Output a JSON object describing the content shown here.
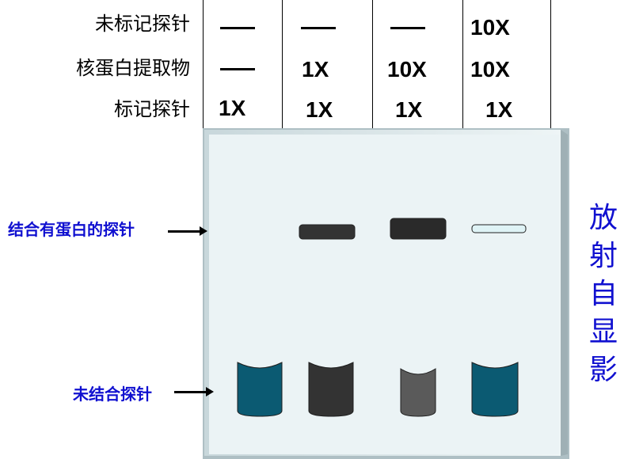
{
  "table": {
    "rows": [
      {
        "label": "未标记探针",
        "cells": [
          "—",
          "—",
          "—",
          "10X"
        ]
      },
      {
        "label": "核蛋白提取物",
        "cells": [
          "—",
          "1X",
          "10X",
          "10X"
        ]
      },
      {
        "label": "标记探针",
        "cells": [
          "1X",
          "1X",
          "1X",
          "1X"
        ]
      }
    ]
  },
  "labels": {
    "bound_probe": "结合有蛋白的探针",
    "free_probe": "未结合探针"
  },
  "vertical_title": [
    "放",
    "射",
    "自",
    "显",
    "影"
  ],
  "gel": {
    "background": "#ebf3f5",
    "bound_bands": [
      {
        "lane": 1,
        "present": false,
        "color": "#ffffff"
      },
      {
        "lane": 2,
        "present": true,
        "color": "#333333"
      },
      {
        "lane": 3,
        "present": true,
        "color": "#2a2a2a"
      },
      {
        "lane": 4,
        "present": true,
        "color": "#dff3f6"
      }
    ],
    "free_bands": [
      {
        "lane": 1,
        "color": "#0b5a72"
      },
      {
        "lane": 2,
        "color": "#333333"
      },
      {
        "lane": 3,
        "color": "#5a5a5a"
      },
      {
        "lane": 4,
        "color": "#0b5a72"
      }
    ]
  },
  "colors": {
    "label_blue": "#1010d0"
  }
}
